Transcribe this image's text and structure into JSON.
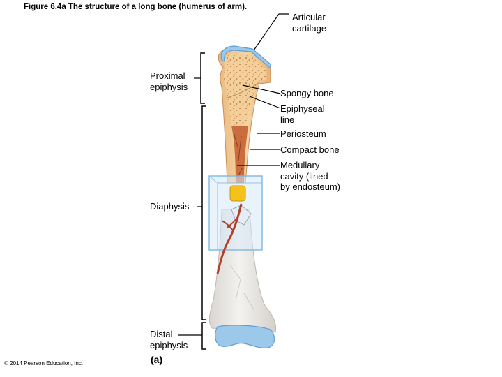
{
  "figure": {
    "title": "Figure 6.4a  The structure of a long bone (humerus of arm).",
    "panel_label": "(a)",
    "copyright": "© 2014 Pearson Education, Inc."
  },
  "left_labels": {
    "proximal_epiphysis": "Proximal\nepiphysis",
    "diaphysis": "Diaphysis",
    "distal_epiphysis": "Distal\nepiphysis"
  },
  "right_labels": {
    "articular_cartilage": "Articular\ncartilage",
    "spongy_bone": "Spongy bone",
    "epiphyseal_line": "Epiphyseal\nline",
    "periosteum": "Periosteum",
    "compact_bone": "Compact bone",
    "medullary_cavity": "Medullary\ncavity (lined\nby endosteum)"
  },
  "colors": {
    "bone": "#f3cf9a",
    "spongy_dots": "#c88a55",
    "marrow": "#c96d3e",
    "cartilage": "#9cc8ea",
    "shaft": "#ece9e4",
    "artery": "#b13f2a",
    "yellow_marrow": "#f5c21b",
    "inset_box": "#7fb7e3",
    "leader": "#000000"
  }
}
